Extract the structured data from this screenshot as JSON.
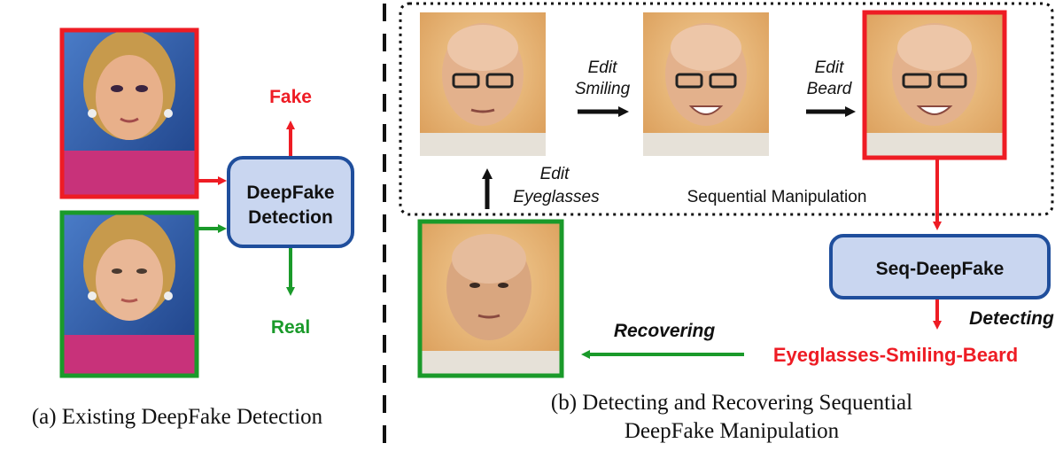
{
  "panel_a": {
    "output_fake": "Fake",
    "output_real": "Real",
    "detector_line1": "DeepFake",
    "detector_line2": "Detection",
    "caption": "(a) Existing DeepFake Detection"
  },
  "panel_b": {
    "edit_smiling_line1": "Edit",
    "edit_smiling_line2": "Smiling",
    "edit_beard_line1": "Edit",
    "edit_beard_line2": "Beard",
    "edit_eyeglasses_line1": "Edit",
    "edit_eyeglasses_line2": "Eyeglasses",
    "sequential_label": "Sequential Manipulation",
    "detector_label": "Seq-DeepFake",
    "detecting_label": "Detecting",
    "sequence_result": "Eyeglasses-Smiling-Beard",
    "recovering_label": "Recovering",
    "caption_line1": "(b) Detecting and Recovering Sequential",
    "caption_line2": "DeepFake Manipulation"
  },
  "colors": {
    "fake_red": "#ee1c24",
    "real_green": "#1a9a2a",
    "box_fill": "#c9d6f0",
    "box_border": "#1f4e9c"
  }
}
